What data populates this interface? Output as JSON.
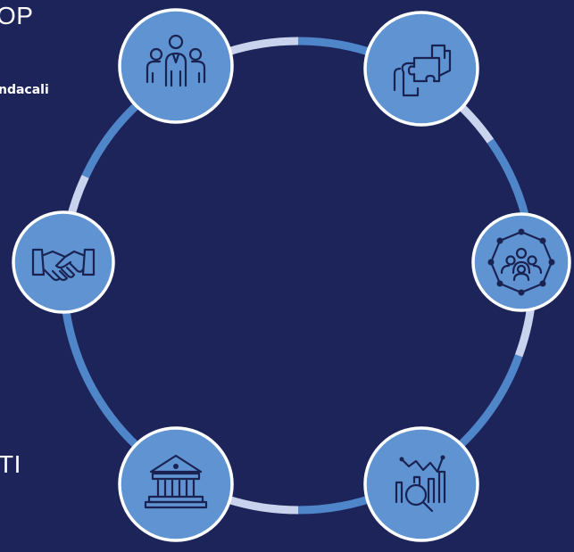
{
  "left_text": {
    "top_fragment": "OP",
    "subtitle_fragment": "ndacali",
    "bottom_fragment": "TI"
  },
  "colors": {
    "background": "#1d2459",
    "node_fill": "#5f93d1",
    "ring_light": "#c9d3ee",
    "ring_dark": "#4f85c9",
    "icon_stroke": "#1a2252"
  },
  "nodes": [
    {
      "name": "team-node",
      "icon": "team-icon"
    },
    {
      "name": "puzzle-node",
      "icon": "puzzle-hands-icon"
    },
    {
      "name": "network-node",
      "icon": "people-network-icon"
    },
    {
      "name": "analytics-node",
      "icon": "chart-magnifier-icon"
    },
    {
      "name": "institution-node",
      "icon": "bank-building-icon"
    },
    {
      "name": "handshake-node",
      "icon": "handshake-icon"
    }
  ]
}
